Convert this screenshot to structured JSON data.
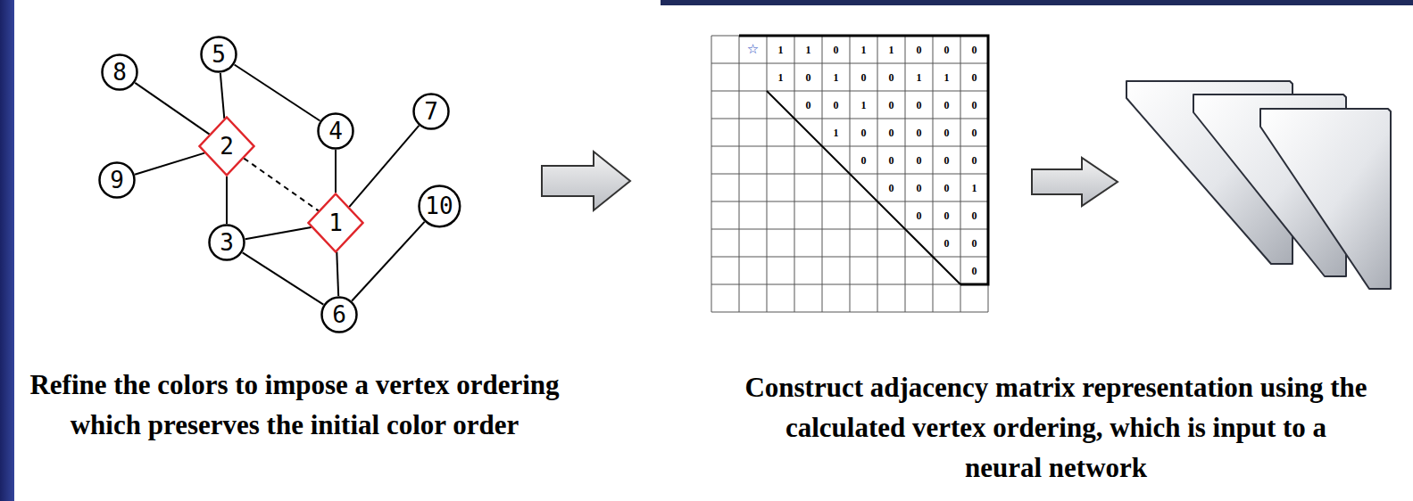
{
  "diagram": {
    "nodes": [
      {
        "text": [
          "5"
        ]
      },
      {
        "text": [
          "8"
        ]
      },
      {
        "text": [
          "7"
        ]
      },
      {
        "text": [
          "4"
        ]
      },
      {
        "text": [
          "2"
        ]
      },
      {
        "text": [
          "9"
        ]
      },
      {
        "text": [
          "10"
        ]
      },
      {
        "text": [
          "1"
        ]
      },
      {
        "text": [
          "3"
        ]
      },
      {
        "text": [
          "6"
        ]
      }
    ],
    "edges": [
      {
        "from": 1,
        "to": 4,
        "arrow": "none"
      },
      {
        "from": 0,
        "to": 4,
        "arrow": "none"
      },
      {
        "from": 0,
        "to": 3,
        "arrow": "none"
      },
      {
        "from": 5,
        "to": 4,
        "arrow": "none"
      },
      {
        "from": 4,
        "to": 8,
        "arrow": "none"
      },
      {
        "from": 4,
        "to": 7,
        "arrow": "none"
      },
      {
        "from": 3,
        "to": 7,
        "arrow": "none"
      },
      {
        "from": 2,
        "to": 7,
        "arrow": "none"
      },
      {
        "from": 8,
        "to": 7,
        "arrow": "none"
      },
      {
        "from": 8,
        "to": 9,
        "arrow": "none"
      },
      {
        "from": 7,
        "to": 9,
        "arrow": "none"
      },
      {
        "from": 6,
        "to": 9,
        "arrow": "none"
      }
    ],
    "labels": [
      "☆",
      "1",
      "1",
      "0",
      "1",
      "1",
      "0",
      "0",
      "0",
      "1",
      "0",
      "1",
      "0",
      "0",
      "1",
      "1",
      "0",
      "0",
      "0",
      "1",
      "0",
      "0",
      "0",
      "0",
      "1",
      "0",
      "0",
      "0",
      "0",
      "0",
      "0",
      "0",
      "0",
      "0",
      "0",
      "0",
      "0",
      "0",
      "1",
      "0",
      "0",
      "0",
      "0",
      "0",
      "0",
      "Refine the colors to impose a vertex ordering which preserves the initial color order",
      "Construct adjacency matrix representation using the calculated vertex ordering, which is input to a neural network"
    ]
  }
}
